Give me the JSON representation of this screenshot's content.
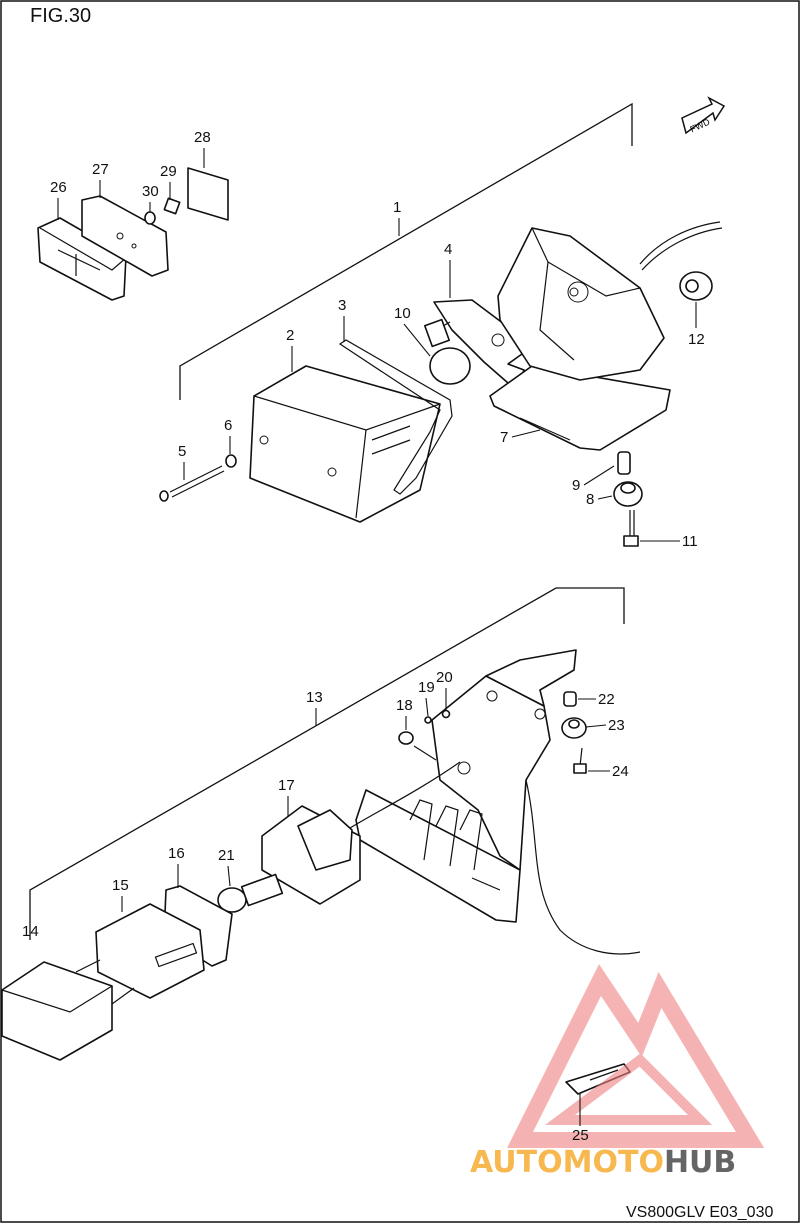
{
  "figure": {
    "title": "FIG.30",
    "code": "VS800GLV E03_030"
  },
  "direction_badge": "FWD",
  "watermark": {
    "part1": "AUTOMOTO",
    "part2": "HUB",
    "color_orange": "#f5a623",
    "color_dark": "#4a4a4a",
    "logo_color": "#f08080"
  },
  "callouts": [
    {
      "id": "1",
      "text": "1"
    },
    {
      "id": "2",
      "text": "2"
    },
    {
      "id": "3",
      "text": "3"
    },
    {
      "id": "4",
      "text": "4"
    },
    {
      "id": "5",
      "text": "5"
    },
    {
      "id": "6",
      "text": "6"
    },
    {
      "id": "7",
      "text": "7"
    },
    {
      "id": "8",
      "text": "8"
    },
    {
      "id": "9",
      "text": "9"
    },
    {
      "id": "10",
      "text": "10"
    },
    {
      "id": "11",
      "text": "11"
    },
    {
      "id": "12",
      "text": "12"
    },
    {
      "id": "13",
      "text": "13"
    },
    {
      "id": "14",
      "text": "14"
    },
    {
      "id": "15",
      "text": "15"
    },
    {
      "id": "16",
      "text": "16"
    },
    {
      "id": "17",
      "text": "17"
    },
    {
      "id": "18",
      "text": "18"
    },
    {
      "id": "19",
      "text": "19"
    },
    {
      "id": "20",
      "text": "20"
    },
    {
      "id": "21",
      "text": "21"
    },
    {
      "id": "22",
      "text": "22"
    },
    {
      "id": "23",
      "text": "23"
    },
    {
      "id": "24",
      "text": "24"
    },
    {
      "id": "25",
      "text": "25"
    },
    {
      "id": "26",
      "text": "26"
    },
    {
      "id": "27",
      "text": "27"
    },
    {
      "id": "28",
      "text": "28"
    },
    {
      "id": "29",
      "text": "29"
    },
    {
      "id": "30",
      "text": "30"
    }
  ]
}
